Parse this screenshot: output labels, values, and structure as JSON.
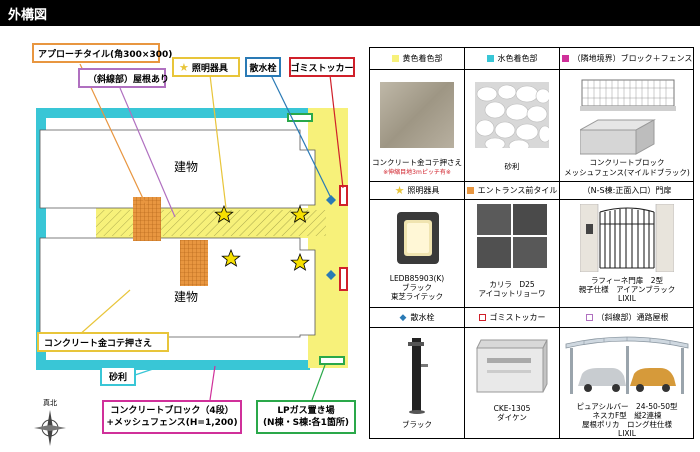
{
  "header": {
    "title": "外構図"
  },
  "callouts": {
    "approach_tile": "アプローチタイル(角300×300)",
    "hatched_roof": "（斜線部）屋根あり",
    "lighting": "照明器具",
    "faucet": "散水栓",
    "trash": "ゴミストッカー",
    "concrete_trowel": "コンクリート金コテ押さえ",
    "gravel": "砂利",
    "block_fence": "コンクリートブロック（4段）\n+メッシュフェンス(H=1,200)",
    "lp_gas": "LPガス置き場\n(N棟・S棟:各1箇所)"
  },
  "plan": {
    "building_top": "建物",
    "building_bottom": "建物",
    "north_label": "真北"
  },
  "legend": {
    "headers": {
      "yellow_area": "黄色着色部",
      "blue_area": "水色着色部",
      "boundary": "（隣地境界）ブロック＋フェンス",
      "lighting": "照明器具",
      "entrance_tile": "エントランス前タイル",
      "gate": "（N-S棟:正面入口）門扉",
      "faucet": "散水栓",
      "trash": "ゴミストッカー",
      "carport": "（斜線部）通路屋根"
    },
    "captions": {
      "concrete": "コンクリート金コテ押さえ",
      "concrete_note": "※伸縮目地3mピッチ有※",
      "gravel": "砂利",
      "block": "コンクリートブロック",
      "block_sub": "メッシュフェンス(マイルドブラック)",
      "light_model": "LEDB85903(K)",
      "light_color": "ブラック",
      "light_maker": "東芝ライテック",
      "tile_model": "カリラ　D25",
      "tile_maker": "アイコットリョーワ",
      "gate_model": "ラフィーネ門扉　2型",
      "gate_sub": "親子仕様　アイアンブラック",
      "gate_maker": "LIXIL",
      "faucet_color": "ブラック",
      "trash_model": "CKE-1305",
      "trash_maker": "ダイケン",
      "carport_model": "ピュアシルバー　24-50-50型",
      "carport_sub1": "ネスカF型　縦2連棟",
      "carport_sub2": "屋根ポリカ　ロング柱仕様",
      "carport_maker": "LIXIL"
    }
  },
  "colors": {
    "yellow": "#f7f17a",
    "cyan": "#39c6d6",
    "magenta": "#d0309a",
    "orange": "#e89640",
    "blue": "#2a7ab5",
    "red": "#d0202a",
    "green": "#2aa84a",
    "purple": "#b070c0"
  }
}
